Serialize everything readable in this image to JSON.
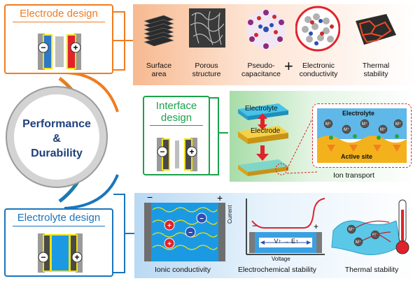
{
  "center": {
    "line1": "Performance",
    "line2": "&",
    "line3": "Durability"
  },
  "electrode": {
    "title": "Electrode design",
    "items": [
      {
        "label1": "Surface",
        "label2": "area"
      },
      {
        "label1": "Porous",
        "label2": "structure"
      },
      {
        "label1": "Pseudo-",
        "label2": "capacitance"
      },
      {
        "label1": "Electronic",
        "label2": "conductivity"
      },
      {
        "label1": "Thermal",
        "label2": "stability"
      }
    ],
    "plus_sign": "+"
  },
  "interface": {
    "title1": "Interface",
    "title2": "design",
    "electrolyte": "Electrolyte",
    "electrode": "Electrode",
    "inset_electrolyte": "Electrolyte",
    "active_site": "Active site",
    "ion": "M⁺",
    "caption": "Ion transport"
  },
  "electrolyte": {
    "title": "Electrolyte design",
    "items": [
      {
        "label": "Ionic conductivity"
      },
      {
        "label": "Electrochemical stability"
      },
      {
        "label": "Thermal stability"
      }
    ],
    "axis_y": "Current",
    "axis_x": "Voltage",
    "window_label": "V↑ → E↑",
    "ion": "M⁺"
  },
  "signs": {
    "minus": "−",
    "plus": "+"
  },
  "colors": {
    "orange": "#ef7d22",
    "green": "#1aa34a",
    "blue": "#1a75bc",
    "electrode_pos": "#e0232b",
    "electrode_neg": "#2c79c9",
    "collector_yellow": "#f3e20a",
    "electrolyte_blue": "#1b9ae3",
    "center_text": "#1f3f7a"
  }
}
